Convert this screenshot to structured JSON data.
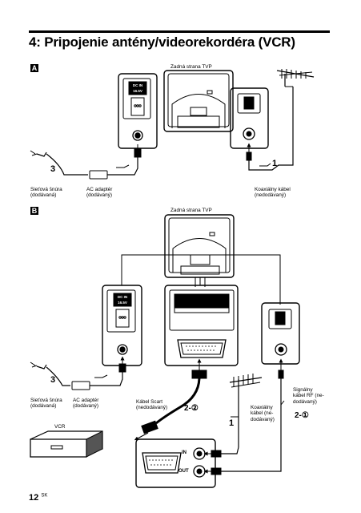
{
  "page": {
    "title": "4: Pripojenie antény/videorekordéra (VCR)",
    "page_number": "12",
    "page_suffix": "SK"
  },
  "section_a": {
    "marker": "A",
    "tv_back_label": "Zadná strana TVP",
    "dc_in": "DC IN",
    "dc_volt": "16.5V",
    "cord_label": "Sieťová šnúra\n(dodávaná)",
    "adapter_label": "AC adaptér\n(dodávaný)",
    "coax_label": "Koaxiálny kábel\n(nedodávaný)",
    "step_cord": "3",
    "step_coax": "1"
  },
  "section_b": {
    "marker": "B",
    "tv_back_label": "Zadná strana TVP",
    "dc_in": "DC IN",
    "dc_volt": "16.5V",
    "cord_label": "Sieťová šnúra\n(dodávaná)",
    "adapter_label": "AC adaptér\n(dodávaný)",
    "scart_label": "Kábel Scart\n(nedodávaný)",
    "coax_label": "Koaxiálny\nkábel (ne-\ndodávaný)",
    "rf_label": "Signálny\nkábel RF (ne-\ndodávaný)",
    "vcr_label": "VCR",
    "in_label": "IN",
    "out_label": "OUT",
    "step_cord": "3",
    "step_coax": "1",
    "step_scart": "2-②",
    "step_rf": "2-①"
  }
}
